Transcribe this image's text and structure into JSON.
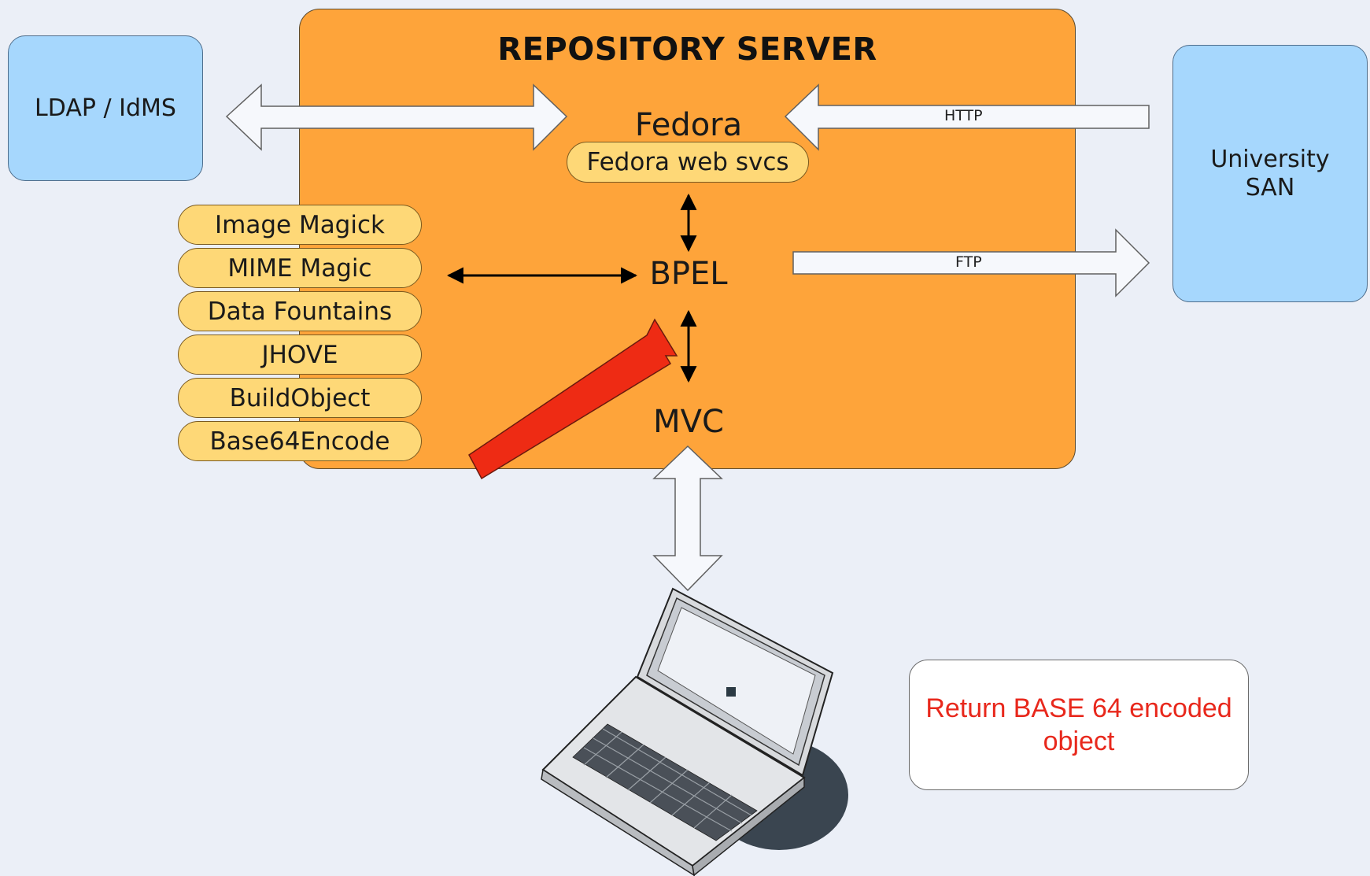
{
  "server": {
    "title": "REPOSITORY SERVER"
  },
  "external": {
    "ldap": "LDAP / IdMS",
    "san_line1": "University",
    "san_line2": "SAN"
  },
  "components": {
    "fedora": "Fedora",
    "fedora_web_svcs": "Fedora web svcs",
    "bpel": "BPEL",
    "mvc": "MVC"
  },
  "tools": [
    "Image Magick",
    "MIME Magic",
    "Data Fountains",
    "JHOVE",
    "BuildObject",
    "Base64Encode"
  ],
  "connections": {
    "http": "HTTP",
    "ftp": "FTP"
  },
  "note": "Return BASE 64 encoded object",
  "colors": {
    "background": "#ebeff7",
    "server": "#fea43a",
    "pill": "#fed877",
    "external_box": "#a6d7fd",
    "highlight_arrow": "#ee2b14",
    "note_text": "#e8281c"
  }
}
